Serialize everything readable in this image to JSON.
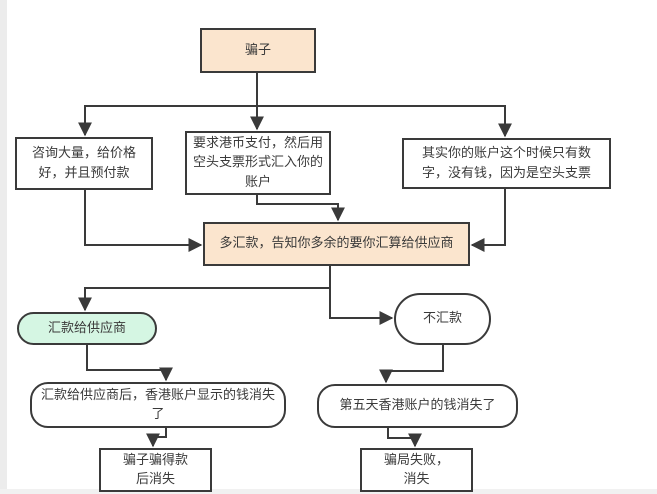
{
  "diagram": {
    "type": "flowchart",
    "language": "zh-CN",
    "colors": {
      "node_peach_fill": "#fbe5ce",
      "node_mint_fill": "#d5f6e3",
      "node_white_fill": "#ffffff",
      "border": "#3a3a3a",
      "line": "#3a3a3a",
      "text": "#3a3a3a",
      "page_edge": "#ececec"
    },
    "nodes": {
      "scammer": {
        "label": "骗子",
        "shape": "rect",
        "fill": "peach"
      },
      "consult": {
        "label": "咨询大量，给价格好，并且预付款",
        "shape": "rect",
        "fill": "white"
      },
      "hkd_pay": {
        "label": "要求港币支付，然后用空头支票形式汇入你的账户",
        "shape": "rect",
        "fill": "white"
      },
      "empty_check": {
        "label": "其实你的账户这个时候只有数字，没有钱，因为是空头支票",
        "shape": "rect",
        "fill": "white"
      },
      "hub": {
        "label": "多汇款，告知你多余的要你汇算给供应商",
        "shape": "rect",
        "fill": "peach"
      },
      "remit": {
        "label": "汇款给供应商",
        "shape": "pill",
        "fill": "mint"
      },
      "no_remit": {
        "label": "不汇款",
        "shape": "stadium",
        "fill": "white"
      },
      "remit_result": {
        "label": "汇款给供应商后，香港账户显示的钱消失了",
        "shape": "rounded",
        "fill": "white"
      },
      "no_remit_result": {
        "label": "第五天香港账户的钱消失了",
        "shape": "rounded",
        "fill": "white"
      },
      "scammer_gone": {
        "line1": "骗子骗得款",
        "line2": "后消失",
        "shape": "rect",
        "fill": "white"
      },
      "scam_failed": {
        "line1": "骗局失败，",
        "line2": "消失",
        "shape": "rect",
        "fill": "white"
      }
    },
    "edges": [
      {
        "from": "scammer",
        "to": "consult"
      },
      {
        "from": "scammer",
        "to": "hkd_pay"
      },
      {
        "from": "scammer",
        "to": "empty_check"
      },
      {
        "from": "consult",
        "to": "hub"
      },
      {
        "from": "hkd_pay",
        "to": "hub"
      },
      {
        "from": "empty_check",
        "to": "hub"
      },
      {
        "from": "hub",
        "to": "remit"
      },
      {
        "from": "hub",
        "to": "no_remit"
      },
      {
        "from": "remit",
        "to": "remit_result"
      },
      {
        "from": "no_remit",
        "to": "no_remit_result"
      },
      {
        "from": "remit_result",
        "to": "scammer_gone"
      },
      {
        "from": "no_remit_result",
        "to": "scam_failed"
      }
    ]
  }
}
